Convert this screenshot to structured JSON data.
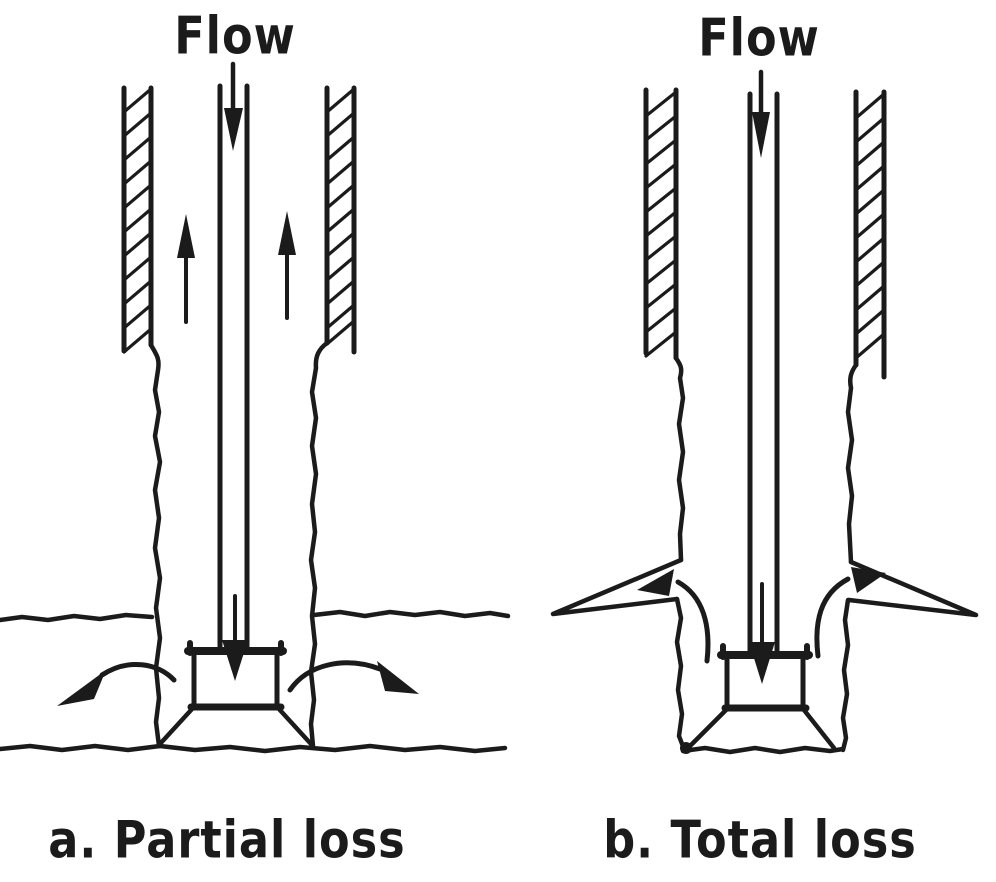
{
  "figure": {
    "description": "Two-panel schematic of drilling fluid circulation loss at a drill bit",
    "background_color": "#ffffff",
    "ink_color": "#1b1b1b",
    "panels": {
      "a": {
        "flow_label": "Flow",
        "caption": "a. Partial loss"
      },
      "b": {
        "flow_label": "Flow",
        "caption": "b. Total loss"
      }
    }
  }
}
